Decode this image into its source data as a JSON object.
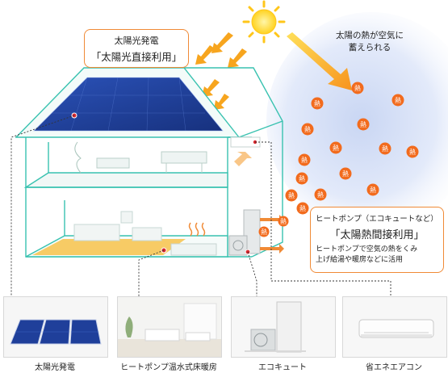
{
  "callout_solar": {
    "line1": "太陽光発電",
    "line2": "「太陽光直接利用」"
  },
  "sky_text": {
    "line1": "太陽の熱が空気に",
    "line2": "蓄えられる"
  },
  "heat_label": "熱",
  "callout_heatpump": {
    "line1": "ヒートポンプ（エコキュートなど）",
    "line2": "「太陽熱間接利用」",
    "line3": "ヒートポンプで空気の熱をくみ",
    "line4": "上げ給湯や暖房などに活用"
  },
  "products": [
    {
      "label": "太陽光発電"
    },
    {
      "label": "ヒートポンプ温水式床暖房"
    },
    {
      "label": "エコキュート"
    },
    {
      "label": "省エネエアコン"
    }
  ],
  "colors": {
    "accent": "#f08a36",
    "house_line": "#39c2b0",
    "panel": "#1f3f9a",
    "sun": "#ffd21f",
    "heat": "#f26b1d"
  }
}
